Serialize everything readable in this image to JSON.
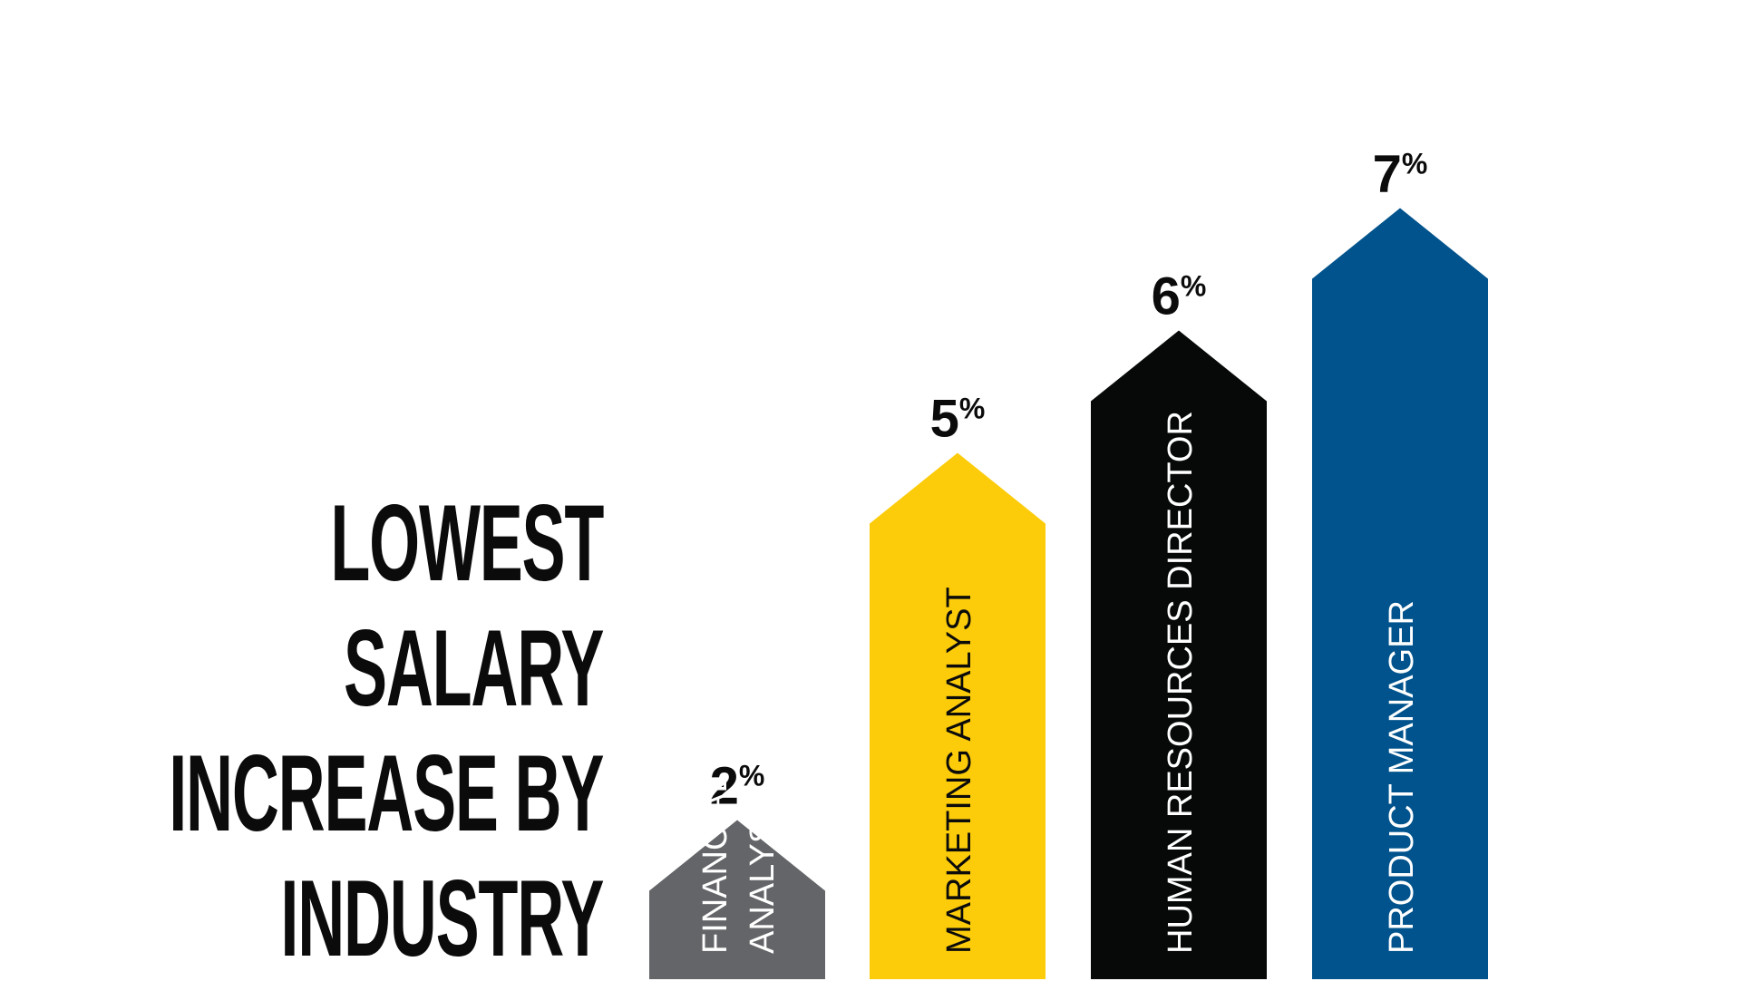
{
  "title_lines": [
    "LOWEST",
    "SALARY",
    "INCREASE BY",
    "INDUSTRY"
  ],
  "chart_data": {
    "type": "bar",
    "title": "LOWEST SALARY INCREASE BY INDUSTRY",
    "categories": [
      "FINANCIAL ANALYST",
      "MARKETING ANALYST",
      "HUMAN RESOURCES DIRECTOR",
      "PRODUCT MANAGER"
    ],
    "values": [
      2,
      5,
      6,
      7
    ],
    "unit": "%",
    "value_labels": [
      "2%",
      "5%",
      "6%",
      "7%"
    ],
    "category_label_lines": [
      [
        "FINANCIAL",
        "ANALYST"
      ],
      [
        "MARKETING ANALYST"
      ],
      [
        "HUMAN RESOURCES DIRECTOR"
      ],
      [
        "PRODUCT MANAGER"
      ]
    ],
    "colors": [
      "#636568",
      "#fccc0a",
      "#070909",
      "#00538c"
    ],
    "label_colors": [
      "#ffffff",
      "#0b0b0b",
      "#ffffff",
      "#ffffff"
    ],
    "shape": "upward arrow",
    "grid": false,
    "legend": "none"
  }
}
